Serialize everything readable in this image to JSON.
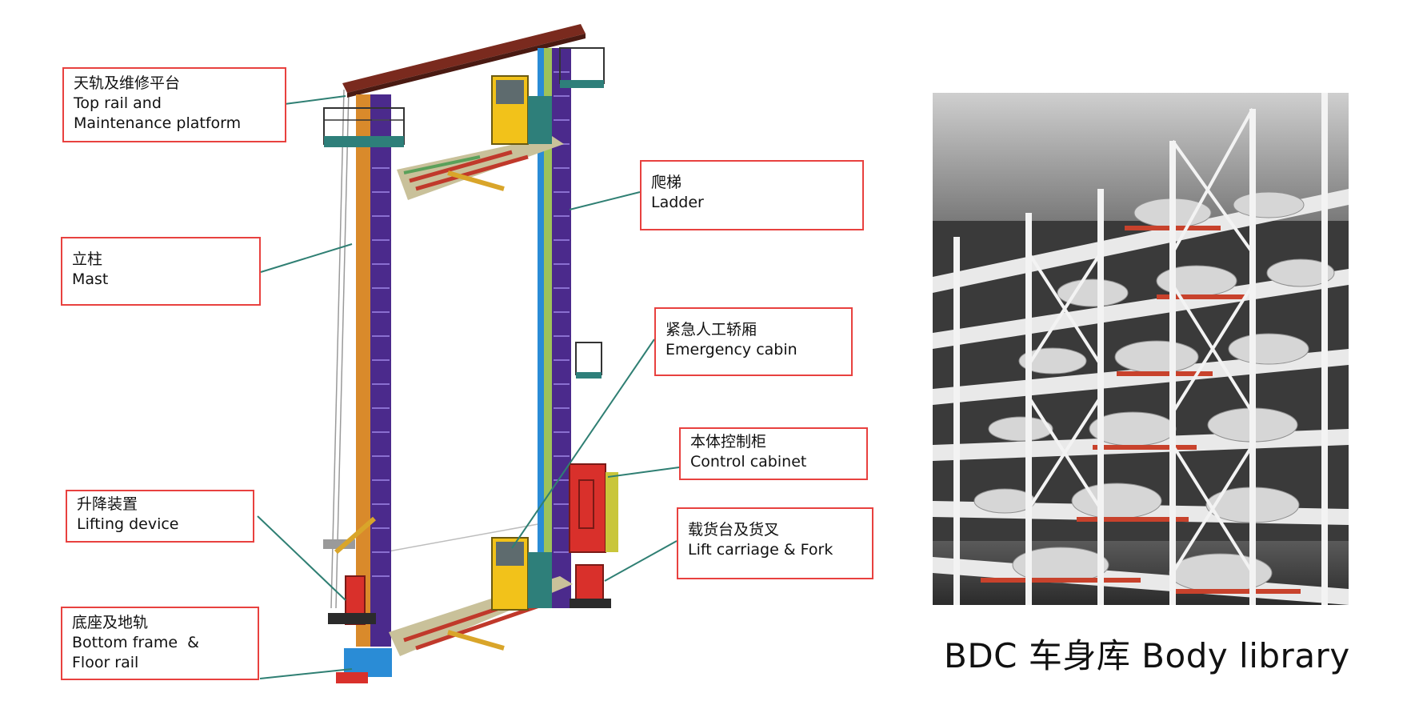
{
  "diagram": {
    "callouts": {
      "top_rail": {
        "zh": "天轨及维修平台",
        "en1": "Top rail and",
        "en2": "Maintenance platform"
      },
      "ladder": {
        "zh": "爬梯",
        "en": "Ladder"
      },
      "mast": {
        "zh": "立柱",
        "en": "Mast"
      },
      "emergency_cabin": {
        "zh": "紧急人工轿厢",
        "en": "Emergency cabin"
      },
      "control_cabinet": {
        "zh": "本体控制柜",
        "en": "Control cabinet"
      },
      "lifting_device": {
        "zh": "升降装置",
        "en": "Lifting device"
      },
      "lift_carriage": {
        "zh": "载货台及货叉",
        "en": "Lift carriage & Fork"
      },
      "bottom_frame": {
        "zh": "底座及地轨",
        "en1": "Bottom frame  &",
        "en2": "Floor rail"
      }
    }
  },
  "photo": {
    "caption": "BDC 车身库 Body library"
  },
  "colors": {
    "callout_border": "#e8413f",
    "leader_line": "#2f7f73",
    "mast_purple": "#4b2a8c",
    "mast_orange": "#d98a2b",
    "top_rail": "#7a2a1e",
    "cabin_yellow": "#f2c21a",
    "cabinet_red": "#d9302b",
    "rack_white": "#f3f3f3"
  }
}
